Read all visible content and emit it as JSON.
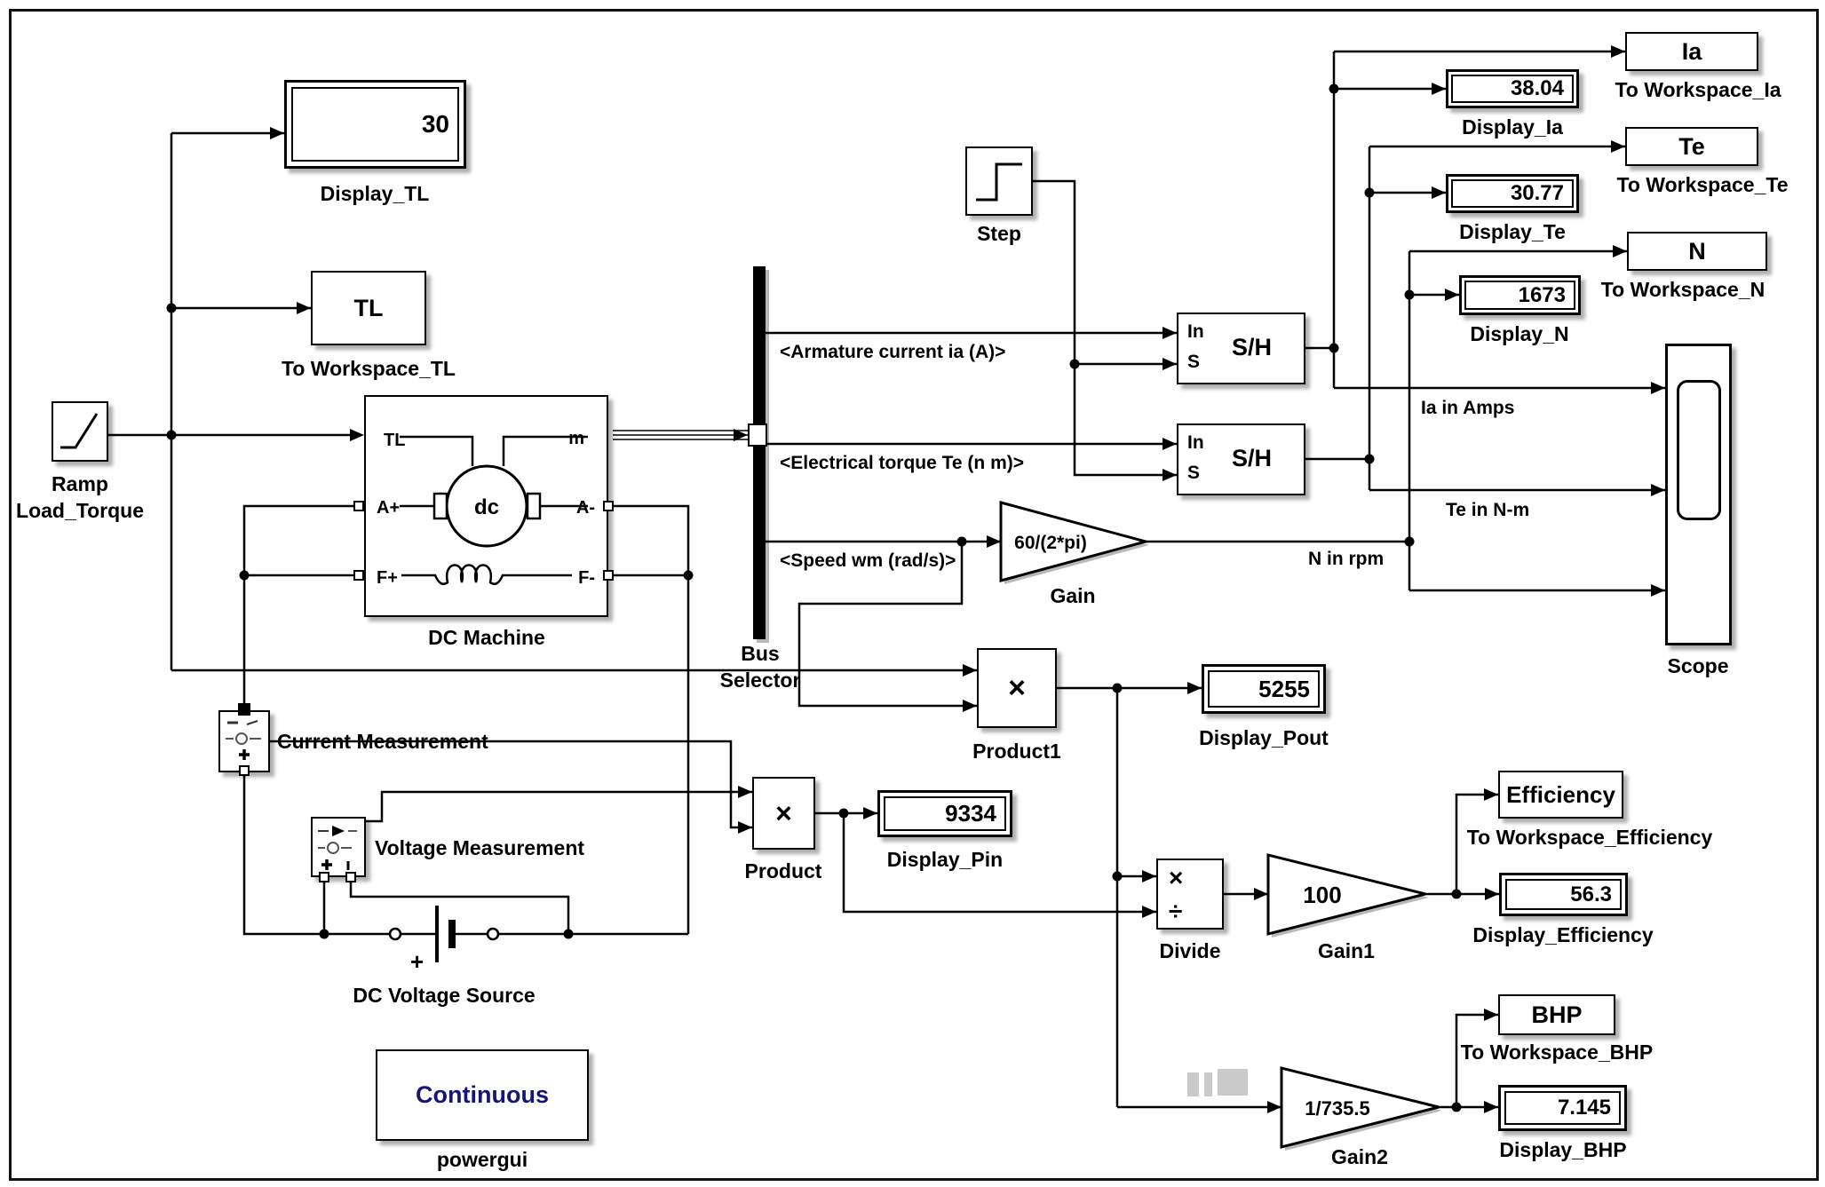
{
  "blocks": {
    "display_tl": {
      "value": "30",
      "label": "Display_TL"
    },
    "ws_tl": {
      "text": "TL",
      "label": "To Workspace_TL"
    },
    "ramp": {
      "line1": "Ramp",
      "line2": "Load_Torque"
    },
    "dc_machine": {
      "label": "DC Machine",
      "core": "dc",
      "port_tl": "TL",
      "port_m": "m",
      "port_ap": "A+",
      "port_am": "A-",
      "port_fp": "F+",
      "port_fm": "F-"
    },
    "bus_selector": {
      "line1": "Bus",
      "line2": "Selector"
    },
    "step": {
      "label": "Step"
    },
    "sh1": {
      "port_in": "In",
      "port_s": "S",
      "text": "S/H"
    },
    "sh2": {
      "port_in": "In",
      "port_s": "S",
      "text": "S/H"
    },
    "gain": {
      "value": "60/(2*pi)",
      "label": "Gain"
    },
    "gain1": {
      "value": "100",
      "label": "Gain1"
    },
    "gain2": {
      "value": "1/735.5",
      "label": "Gain2"
    },
    "product": {
      "op": "×",
      "label": "Product"
    },
    "product1": {
      "op": "×",
      "label": "Product1"
    },
    "divide": {
      "op_mul": "×",
      "op_div": "÷",
      "label": "Divide"
    },
    "display_ia": {
      "value": "38.04",
      "label": "Display_Ia"
    },
    "ws_ia": {
      "text": "Ia",
      "label": "To Workspace_Ia"
    },
    "display_te": {
      "value": "30.77",
      "label": "Display_Te"
    },
    "ws_te": {
      "text": "Te",
      "label": "To Workspace_Te"
    },
    "display_n": {
      "value": "1673",
      "label": "Display_N"
    },
    "ws_n": {
      "text": "N",
      "label": "To Workspace_N"
    },
    "scope": {
      "label": "Scope"
    },
    "display_pout": {
      "value": "5255",
      "label": "Display_Pout"
    },
    "display_pin": {
      "value": "9334",
      "label": "Display_Pin"
    },
    "display_eff": {
      "value": "56.3",
      "label": "Display_Efficiency"
    },
    "ws_eff": {
      "text": "Efficiency",
      "label": "To Workspace_Efficiency"
    },
    "display_bhp": {
      "value": "7.145",
      "label": "Display_BHP"
    },
    "ws_bhp": {
      "text": "BHP",
      "label": "To Workspace_BHP"
    },
    "current_measurement": {
      "label": "Current Measurement"
    },
    "voltage_measurement": {
      "label": "Voltage Measurement"
    },
    "dc_voltage_source": {
      "label": "DC Voltage Source",
      "plus": "+"
    },
    "powergui": {
      "text": "Continuous",
      "label": "powergui"
    }
  },
  "signal_labels": {
    "armature": "<Armature current ia (A)>",
    "torque": "<Electrical torque Te (n m)>",
    "speed": "<Speed wm (rad/s)>",
    "ia_amps": "Ia in Amps",
    "te_nm": "Te in N-m",
    "n_rpm": "N in rpm"
  },
  "colors": {
    "powergui_text": "#14147a",
    "wire": "#000000",
    "watermark": "#c9c9c9"
  }
}
